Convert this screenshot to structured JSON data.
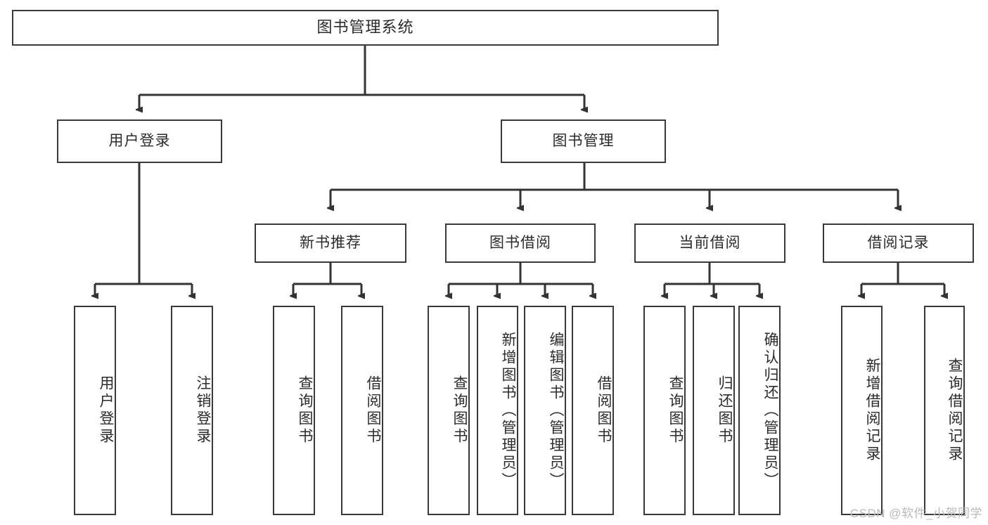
{
  "diagram": {
    "title": "图书管理系统",
    "type": "tree-hierarchy-chart",
    "colors": {
      "box_border": "#3a3a3a",
      "box_fill": "#ffffff",
      "edge": "#333333",
      "text": "#2b2b2b",
      "watermark": "#b9b9b9",
      "background": "#ffffff"
    },
    "levels": {
      "root": "图书管理系统",
      "level2": [
        "用户登录",
        "图书管理"
      ],
      "level3": [
        "新书推荐",
        "图书借阅",
        "当前借阅",
        "借阅记录"
      ]
    },
    "nodes": {
      "root": {
        "label": "图书管理系统"
      },
      "user_login": {
        "label": "用户登录"
      },
      "book_manage": {
        "label": "图书管理"
      },
      "new_book_rec": {
        "label": "新书推荐"
      },
      "book_borrow": {
        "label": "图书借阅"
      },
      "current_borrow": {
        "label": "当前借阅"
      },
      "borrow_record": {
        "label": "借阅记录"
      },
      "leaf_user_login": {
        "label": "用户登录"
      },
      "leaf_logout": {
        "label": "注销登录"
      },
      "leaf_query_book_1": {
        "label": "查询图书"
      },
      "leaf_borrow_book_1": {
        "label": "借阅图书"
      },
      "leaf_query_book_2": {
        "label": "查询图书"
      },
      "leaf_add_book": {
        "label": "新增图书（管理员）"
      },
      "leaf_edit_book": {
        "label": "编辑图书（管理员）"
      },
      "leaf_borrow_book_2": {
        "label": "借阅图书"
      },
      "leaf_query_book_3": {
        "label": "查询图书"
      },
      "leaf_return_book": {
        "label": "归还图书"
      },
      "leaf_confirm_return": {
        "label": "确认归还（管理员）"
      },
      "leaf_add_record": {
        "label": "新增借阅记录"
      },
      "leaf_query_record": {
        "label": "查询借阅记录"
      }
    },
    "watermark": "CSDN @软件_小贺同学"
  }
}
